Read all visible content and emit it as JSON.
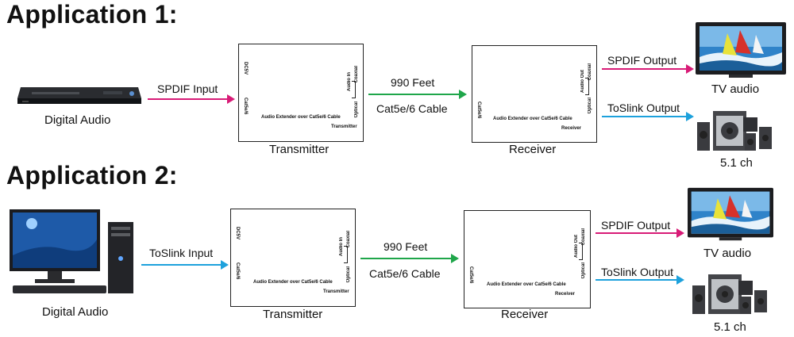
{
  "app1": {
    "title": "Application 1:",
    "source_label": "Digital Audio",
    "source_icon": "dvd-player-icon",
    "input_label": "SPDIF Input",
    "transmitter": {
      "caption": "Transmitter",
      "port_power": "DC5V",
      "port_cat": "Cat5e/6",
      "port_audio_in": "Audio In",
      "port_coaxial": "Coaxial",
      "port_optical": "Optical",
      "device_name": "Audio Extender over Cat5e/6 Cable",
      "device_role": "Transmitter"
    },
    "link_distance": "990 Feet",
    "link_cable": "Cat5e/6 Cable",
    "receiver": {
      "caption": "Receiver",
      "port_cat": "Cat5e/6",
      "port_audio_out": "Audio Out",
      "port_coaxial": "Coaxial",
      "port_optical": "Optical",
      "device_name": "Audio Extender over Cat5e/6 Cable",
      "device_role": "Receiver"
    },
    "output1_label": "SPDIF Output",
    "output2_label": "ToSlink Output",
    "tv_label": "TV audio",
    "speaker_label": "5.1 ch"
  },
  "app2": {
    "title": "Application 2:",
    "source_label": "Digital Audio",
    "source_icon": "desktop-computer-icon",
    "input_label": "ToSlink Input",
    "transmitter": {
      "caption": "Transmitter",
      "port_power": "DC5V",
      "port_cat": "Cat5e/6",
      "port_audio_in": "Audio In",
      "port_coaxial": "Coaxial",
      "port_optical": "Optical",
      "device_name": "Audio Extender over Cat5e/6 Cable",
      "device_role": "Transmitter"
    },
    "link_distance": "990 Feet",
    "link_cable": "Cat5e/6 Cable",
    "receiver": {
      "caption": "Receiver",
      "port_cat": "Cat5e/6",
      "port_audio_out": "Audio Out",
      "port_coaxial": "Coaxial",
      "port_optical": "Optical",
      "device_name": "Audio Extender over Cat5e/6 Cable",
      "device_role": "Receiver"
    },
    "output1_label": "SPDIF Output",
    "output2_label": "ToSlink Output",
    "tv_label": "TV audio",
    "speaker_label": "5.1 ch"
  },
  "colors": {
    "spdif_arrow": "#d81b77",
    "toslink_arrow": "#1da1dc",
    "cat_arrow": "#1fa64a"
  }
}
